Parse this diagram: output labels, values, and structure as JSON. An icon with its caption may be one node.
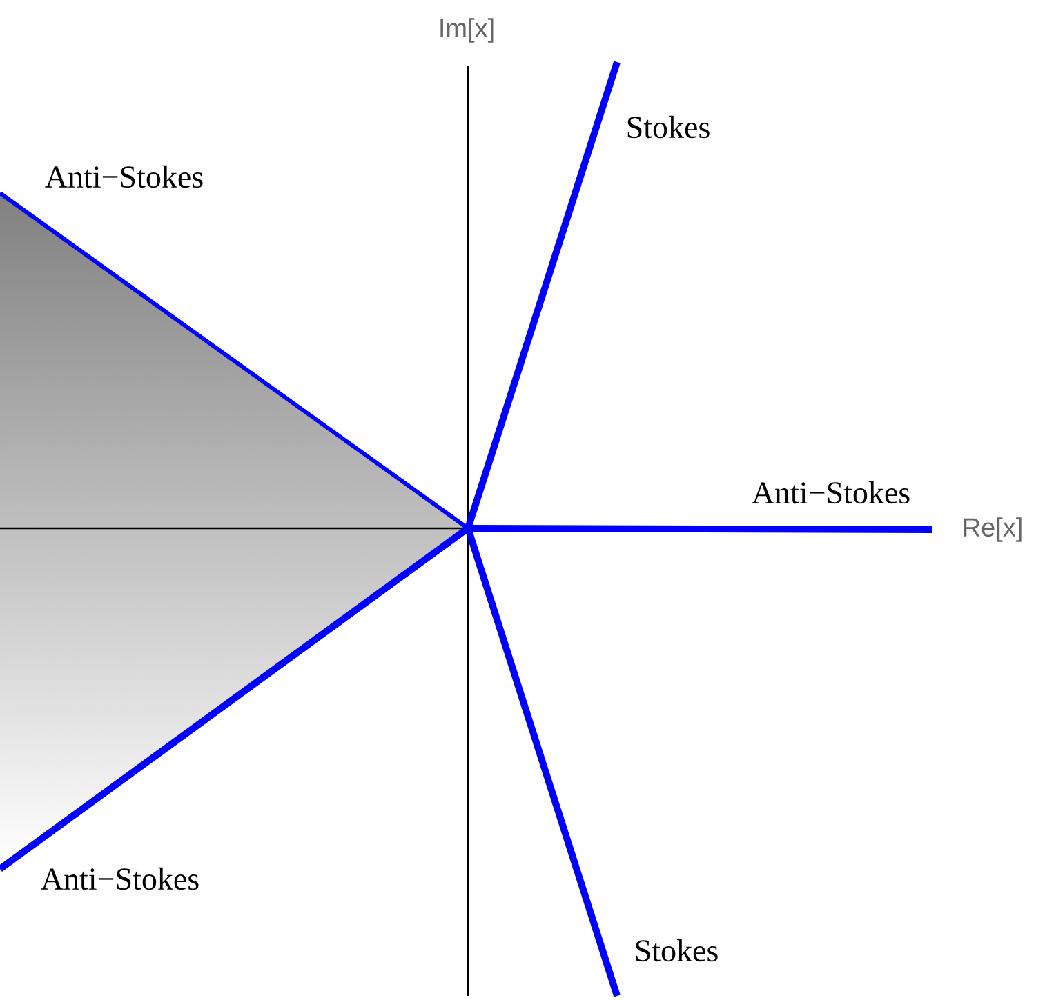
{
  "diagram": {
    "labels": [
      "Im[x]",
      "Anti−Stokes",
      "Stokes",
      "Anti−Stokes",
      "Re[x]",
      "Anti−Stokes",
      "Stokes"
    ]
  }
}
